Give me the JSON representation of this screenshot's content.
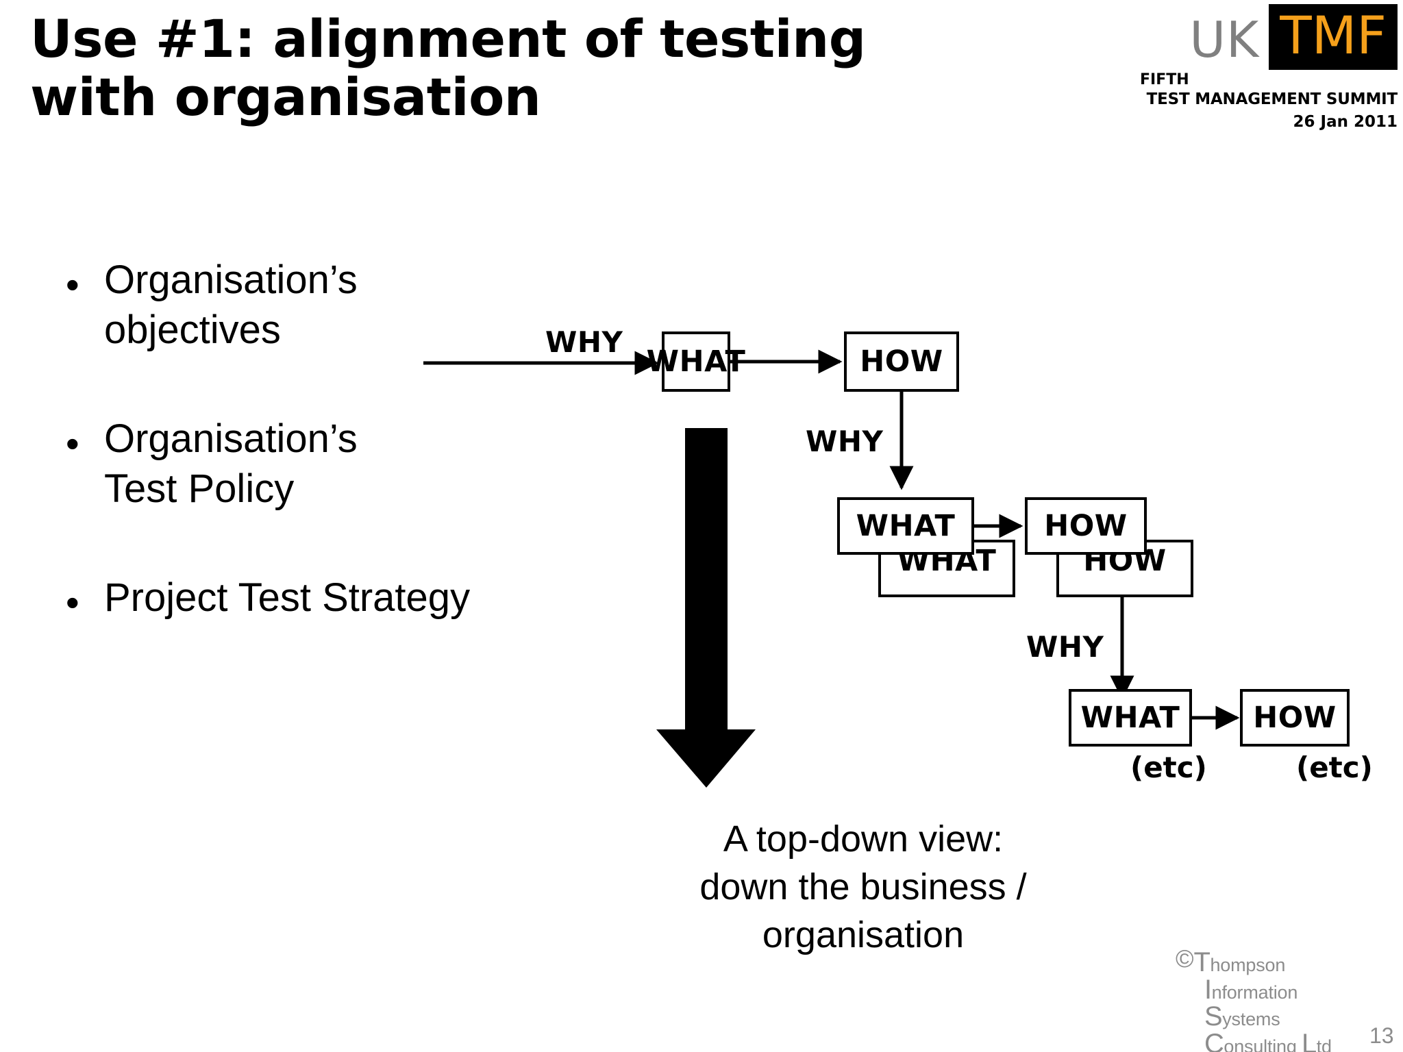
{
  "slide": {
    "title": "Use #1: alignment of testing with organisation",
    "page_number": "13"
  },
  "logo": {
    "uk": "UK",
    "tmf": "TMF",
    "fifth": "FIFTH",
    "summit": "TEST MANAGEMENT SUMMIT",
    "date": "26 Jan 2011",
    "tmf_color": "#F5A01B",
    "uk_color": "#808080",
    "tmf_bg": "#000000"
  },
  "bullets": [
    {
      "text": "Organisation’s\nobjectives"
    },
    {
      "text": "Organisation’s\nTest Policy"
    },
    {
      "text": "Project Test Strategy"
    }
  ],
  "diagram": {
    "why_labels": [
      "WHY",
      "WHY",
      "WHY"
    ],
    "etc_labels": [
      "(etc)",
      "(etc)"
    ],
    "levels": [
      {
        "what_front": "WHAT",
        "how_front": "HOW",
        "what_back": null,
        "how_back": null
      },
      {
        "what_front": "WHAT",
        "how_front": "HOW",
        "what_back": "WHAT",
        "how_back": "HOW"
      },
      {
        "what_front": "WHAT",
        "how_front": "HOW",
        "what_back": null,
        "how_back": null
      }
    ]
  },
  "caption": {
    "text": "A top-down view:\ndown the business /\norganisation"
  },
  "footer": {
    "copyright_symbol": "©",
    "line1_cap": "T",
    "line1_rest": "hompson",
    "line2_cap": "I",
    "line2_rest": "nformation",
    "line3_cap": "S",
    "line3_rest": "ystems",
    "line4_cap": "C",
    "line4_rest": "onsulting ",
    "line4_cap2": "L",
    "line4_rest2": "td",
    "color": "#8C8C8C"
  }
}
